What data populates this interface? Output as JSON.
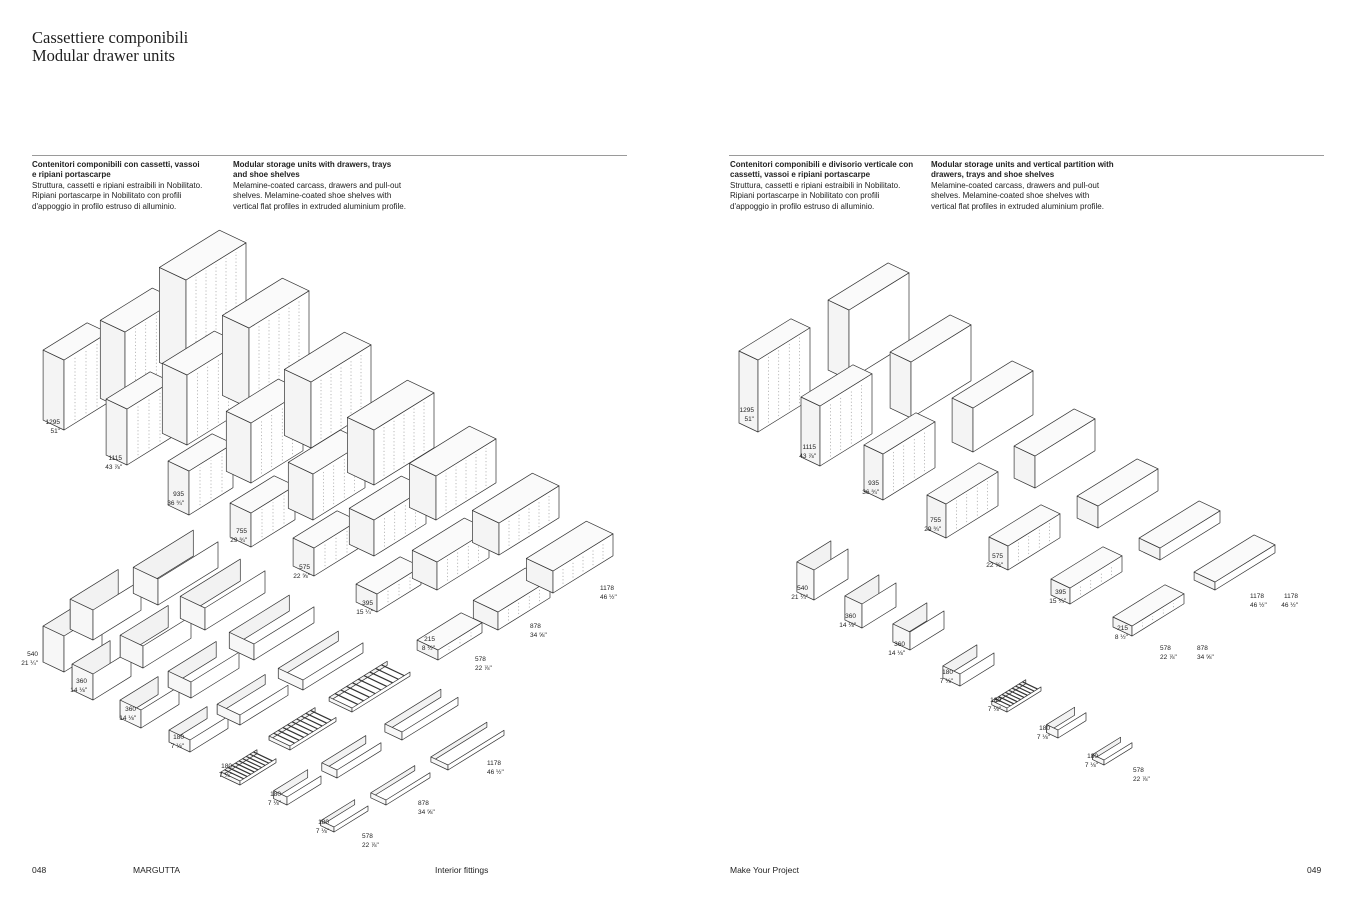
{
  "left_page": {
    "title_it": "Cassettiere componibili",
    "title_en": "Modular drawer units",
    "desc_it_heading_1": "Contenitori componibili con cassetti, vassoi",
    "desc_it_heading_2": "e ripiani portascarpe",
    "desc_it_lines": [
      "Struttura, cassetti e ripiani estraibili in Nobilitato.",
      "Ripiani portascarpe in Nobilitato con profili",
      "d'appoggio in profilo estruso di alluminio."
    ],
    "desc_en_heading_1": "Modular storage units with drawers, trays",
    "desc_en_heading_2": "and shoe shelves",
    "desc_en_lines": [
      "Melamine-coated carcass, drawers and pull-out",
      "shelves. Melamine-coated shoe shelves with",
      "vertical flat profiles in extruded aluminium profile."
    ],
    "heights": [
      [
        "1295",
        "51\""
      ],
      [
        "1115",
        "43 ⅞\""
      ],
      [
        "935",
        "36 ¾\""
      ],
      [
        "755",
        "29 ¾\""
      ],
      [
        "575",
        "22 ⅝\""
      ],
      [
        "395",
        "15 ¼\""
      ],
      [
        "215",
        "8 ½\""
      ]
    ],
    "widths": [
      [
        "578",
        "22 ⅞\""
      ],
      [
        "878",
        "34 ⅝\""
      ],
      [
        "1178",
        "46 ½\""
      ]
    ],
    "drawer_heights": [
      [
        "540",
        "21 ¼\""
      ],
      [
        "360",
        "14 ⅛\""
      ],
      [
        "360",
        "14 ⅛\""
      ],
      [
        "180",
        "7 ⅛\""
      ],
      [
        "180",
        "7 ⅛\""
      ],
      [
        "180",
        "7 ⅛\""
      ],
      [
        "180",
        "7 ⅛\""
      ]
    ],
    "accessory_widths": [
      [
        "578",
        "22 ⅞\""
      ],
      [
        "878",
        "34 ⅝\""
      ],
      [
        "1178",
        "46 ½\""
      ]
    ],
    "footer_page": "048",
    "footer_brand": "MARGUTTA",
    "footer_section": "Interior fittings"
  },
  "right_page": {
    "desc_it_heading_1": "Contenitori componibili e divisorio verticale con",
    "desc_it_heading_2": "cassetti, vassoi e ripiani portascarpe",
    "desc_it_lines": [
      "Struttura, cassetti e ripiani estraibili in Nobilitato.",
      "Ripiani portascarpe in Nobilitato con profili",
      "d'appoggio in profilo estruso di alluminio."
    ],
    "desc_en_heading_1": "Modular storage units and vertical partition with",
    "desc_en_heading_2": "drawers, trays and shoe shelves",
    "desc_en_lines": [
      "Melamine-coated carcass, drawers and pull-out",
      "shelves. Melamine-coated shoe shelves with",
      "vertical flat profiles in extruded aluminium profile."
    ],
    "heights": [
      [
        "1295",
        "51\""
      ],
      [
        "1115",
        "43 ⅞\""
      ],
      [
        "935",
        "36 ¾\""
      ],
      [
        "755",
        "29 ¾\""
      ],
      [
        "575",
        "22 ⅝\""
      ],
      [
        "395",
        "15 ¼\""
      ],
      [
        "215",
        "8 ½\""
      ]
    ],
    "widths": [
      [
        "578",
        "22 ⅞\""
      ],
      [
        "878",
        "34 ⅝\""
      ],
      [
        "1178",
        "46 ½\""
      ]
    ],
    "drawer_heights": [
      [
        "540",
        "21 ¼\""
      ],
      [
        "360",
        "14 ⅛\""
      ],
      [
        "360",
        "14 ⅛\""
      ],
      [
        "180",
        "7 ⅛\""
      ],
      [
        "180",
        "7 ⅛\""
      ],
      [
        "180",
        "7 ⅛\""
      ],
      [
        "180",
        "7 ⅛\""
      ]
    ],
    "accessory_width": [
      "578",
      "22 ⅞\""
    ],
    "footer_section": "Make Your Project",
    "footer_page": "049"
  }
}
